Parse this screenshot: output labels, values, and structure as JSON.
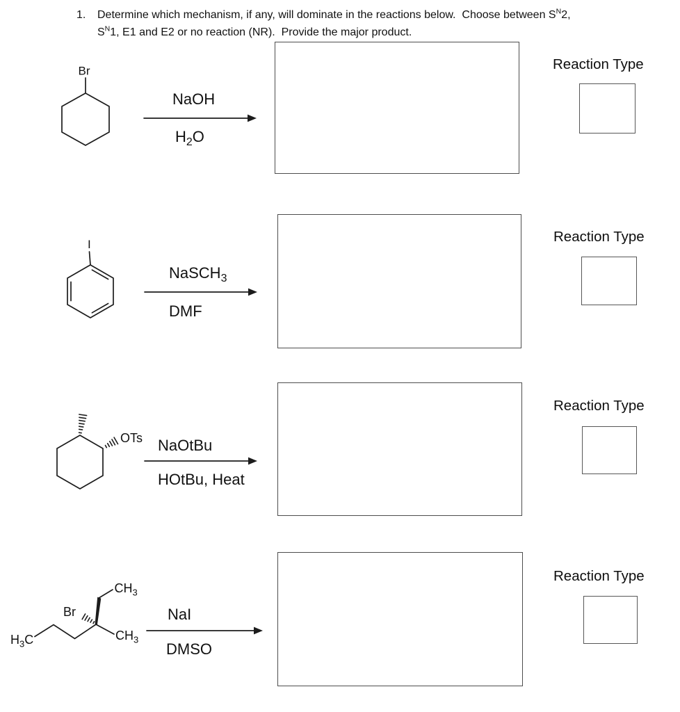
{
  "page": {
    "background": "#ffffff",
    "ink_color": "#1c1c1c",
    "box_border_color": "#4d4d4d"
  },
  "header": {
    "number": "1.",
    "line1": {
      "pre": "Determine which mechanism, if any, will dominate in the reactions below.  Choose between S",
      "sup": "N",
      "post": "2,"
    },
    "line2": {
      "pre": "S",
      "sup": "N",
      "post": "1, E1 and E2 or no reaction (NR).  Provide the major product."
    }
  },
  "reactions": [
    {
      "atom_label": "Br",
      "reagent": "NaOH",
      "solvent": {
        "pre": "H",
        "sub": "2",
        "post": "O"
      },
      "reaction_type_label": "Reaction Type"
    },
    {
      "atom_label": "I",
      "reagent": {
        "pre": "NaSCH",
        "sub": "3"
      },
      "solvent": "DMF",
      "reaction_type_label": "Reaction Type"
    },
    {
      "atom_label": "OTs",
      "reagent": "NaOtBu",
      "solvent": "HOtBu, Heat",
      "reaction_type_label": "Reaction Type"
    },
    {
      "labels": {
        "h3c": {
          "pre": "H",
          "sub": "3",
          "post": "C"
        },
        "br": "Br",
        "ch3_top": {
          "pre": "CH",
          "sub": "3"
        },
        "ch3_right": {
          "pre": "CH",
          "sub": "3"
        }
      },
      "reagent": "NaI",
      "solvent": "DMSO",
      "reaction_type_label": "Reaction Type"
    }
  ]
}
